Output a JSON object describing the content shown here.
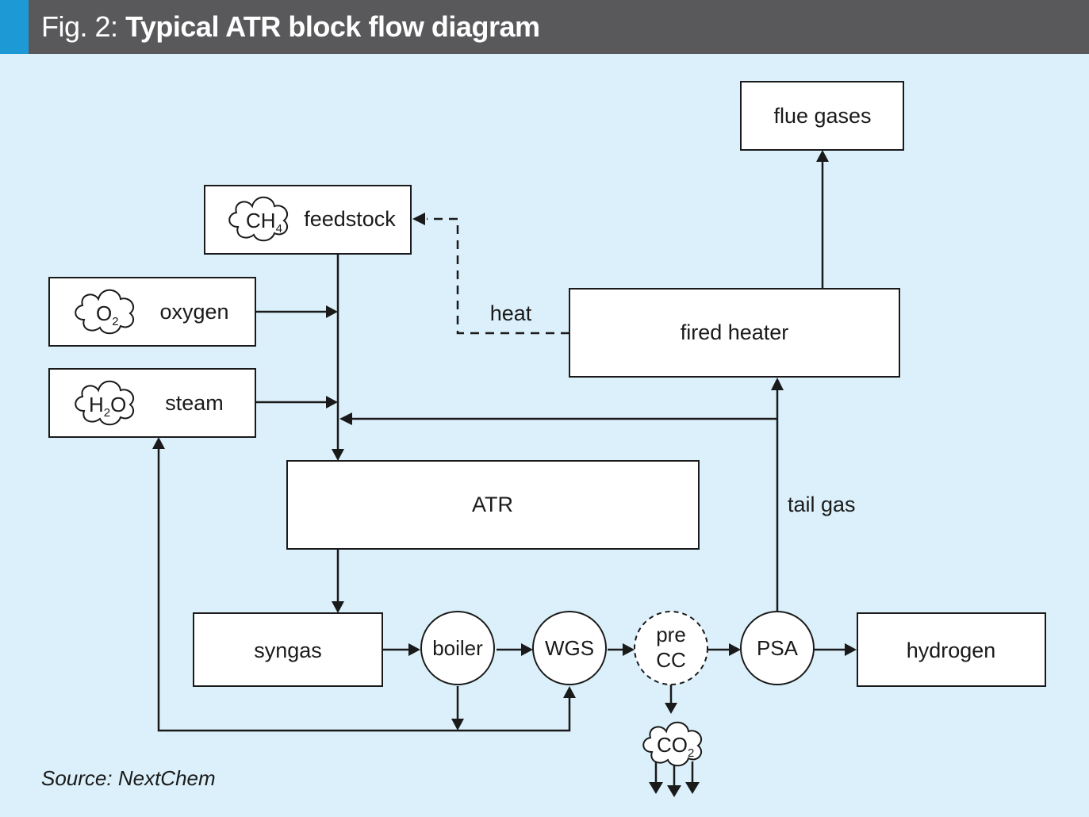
{
  "header": {
    "prefix": "Fig. 2:",
    "title": "Typical ATR block flow diagram"
  },
  "colors": {
    "background": "#dbf0fa",
    "title_bar": "#59595b",
    "accent": "#1d9ad6",
    "box_fill": "#ffffff",
    "stroke": "#1a1a1a"
  },
  "nodes": {
    "feedstock": {
      "label": "feedstock",
      "icon_label": "CH",
      "icon_sub": "4"
    },
    "oxygen": {
      "label": "oxygen",
      "icon_label": "O",
      "icon_sub": "2"
    },
    "steam": {
      "label": "steam",
      "icon_label": "H",
      "icon_sub": "2",
      "icon_tail": "O"
    },
    "atr": {
      "label": "ATR"
    },
    "syngas": {
      "label": "syngas"
    },
    "boiler": {
      "label": "boiler"
    },
    "wgs": {
      "label": "WGS"
    },
    "pre_cc": {
      "line1": "pre",
      "line2": "CC"
    },
    "psa": {
      "label": "PSA"
    },
    "hydrogen": {
      "label": "hydrogen"
    },
    "fired_heater": {
      "label": "fired heater"
    },
    "flue_gases": {
      "label": "flue gases"
    },
    "co2": {
      "icon_label": "CO",
      "icon_sub": "2"
    }
  },
  "edge_labels": {
    "heat": "heat",
    "tail_gas": "tail gas"
  },
  "footer": {
    "source": "Source: NextChem"
  }
}
